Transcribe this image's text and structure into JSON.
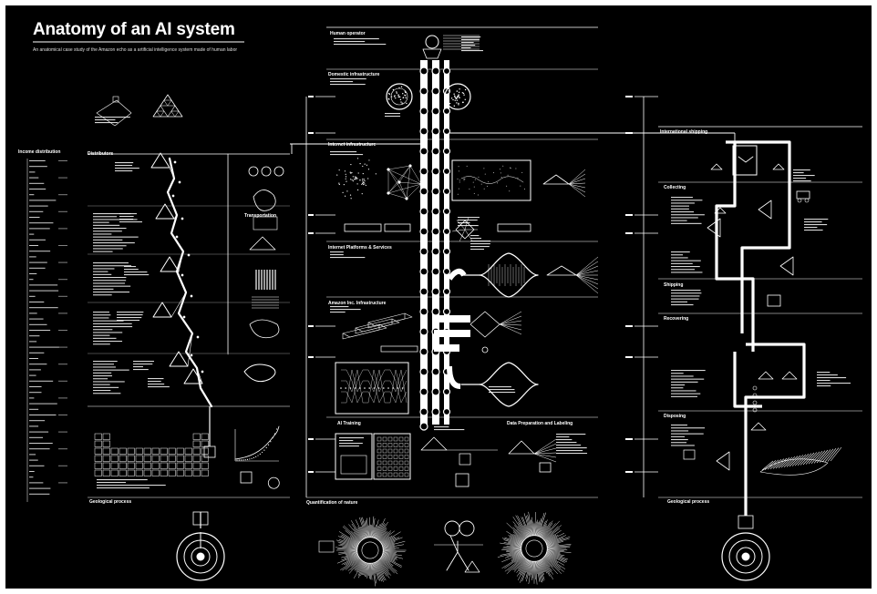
{
  "poster": {
    "title": "Anatomy of an AI system",
    "subtitle": "An anatomical case study of the Amazon echo as a artificial intelligence system made of human labor"
  },
  "sections": {
    "income_distribution": "Income distribution",
    "distributors": "Distributors",
    "geological_process_left": "Geological process",
    "geological_process_right": "Geological process",
    "human_operator": "Human operator",
    "domestic_infrastructure": "Domestic infrastructure",
    "internet_infrastructure": "Internet infrastructure",
    "internet_platforms": "Internet Platforms & Services",
    "amazon_infrastructure": "Amazon Inc. Infrastructure",
    "ai_training": "AI Training",
    "data_preparation": "Data Preparation and Labeling",
    "quantification": "Quantification of nature",
    "international_shipping": "International shipping",
    "collecting": "Collecting",
    "shipping": "Shipping",
    "recovering": "Recovering",
    "disposing": "Disposing",
    "transportation": "Transportation"
  },
  "colors": {
    "background": "#000000",
    "foreground": "#ffffff",
    "frame": "#ffffff"
  }
}
